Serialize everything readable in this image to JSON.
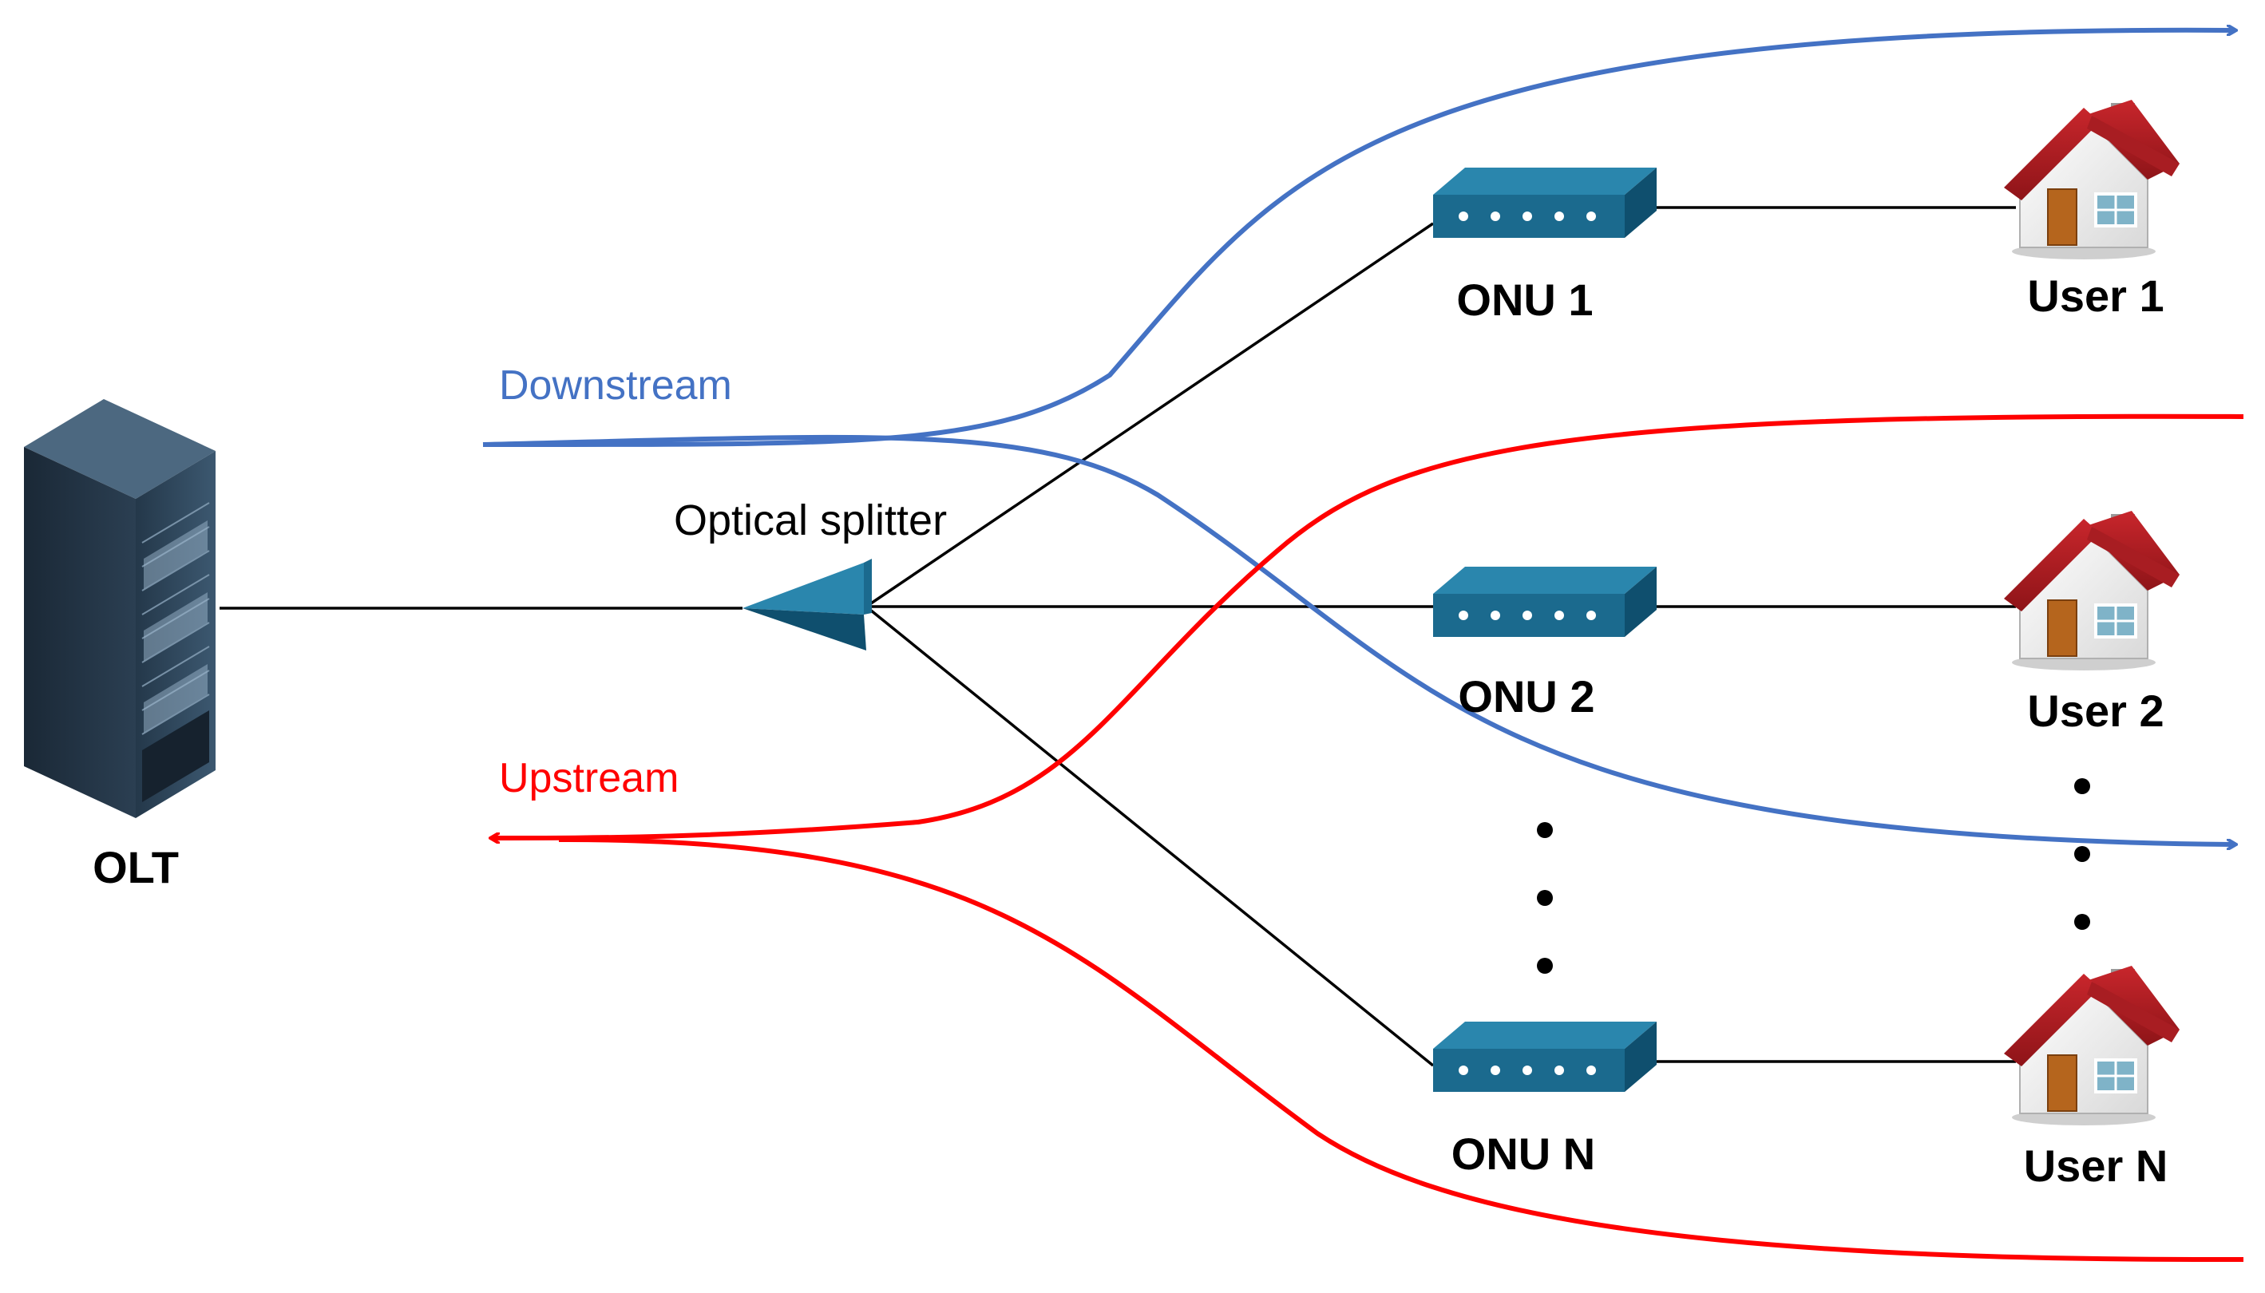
{
  "labels": {
    "olt": "OLT",
    "splitter": "Optical splitter",
    "downstream": "Downstream",
    "upstream": "Upstream",
    "onu1": "ONU 1",
    "onu2": "ONU 2",
    "onuN": "ONU N",
    "user1": "User 1",
    "user2": "User 2",
    "userN": "User N"
  },
  "colors": {
    "downstream": "#4472C4",
    "upstream": "#FF0000",
    "device": "#1B6A8E",
    "fiber": "#000000"
  },
  "icons": [
    "server-rack-icon",
    "optical-splitter-icon",
    "onu-device-icon",
    "house-icon"
  ]
}
